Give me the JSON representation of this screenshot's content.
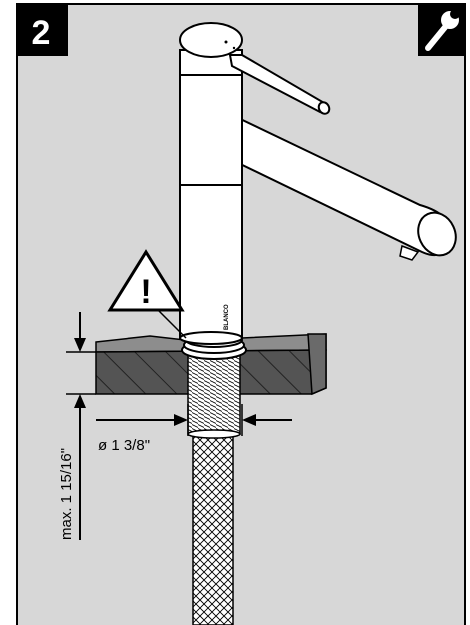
{
  "step": {
    "number": "2"
  },
  "icons": {
    "corner": "wrench-icon",
    "warning": "warning-triangle-icon"
  },
  "warning": {
    "symbol": "!"
  },
  "dimensions": {
    "diameter_label": "ø 1 3/8\"",
    "thickness_label": "max. 1 15/16\""
  },
  "colors": {
    "panel_background": "#d7d7d7",
    "badge": "#000000",
    "faucet": "#ffffff",
    "countertop_front": "#545454",
    "countertop_top": "#8d8d8d"
  }
}
